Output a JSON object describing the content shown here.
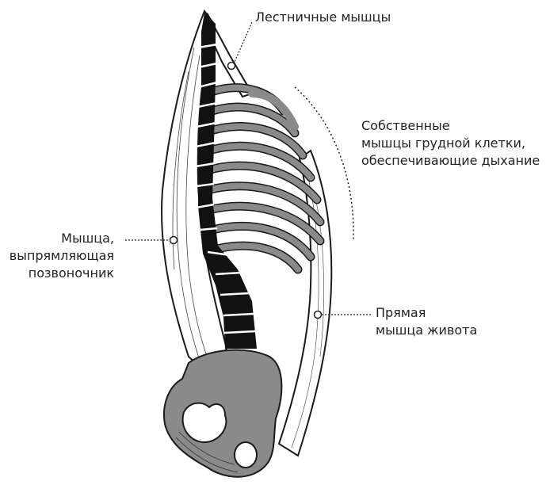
{
  "labels": {
    "scalene": {
      "lines": [
        "Лестничные мышцы"
      ]
    },
    "thorax": {
      "lines": [
        "Собственные",
        "мышцы грудной клетки,",
        "обеспечивающие дыхание"
      ]
    },
    "erector": {
      "lines": [
        "Мышца,",
        "выпрямляющая",
        "позвоночник"
      ]
    },
    "rectus": {
      "lines": [
        "Прямая",
        "мышца живота"
      ]
    }
  },
  "colors": {
    "bone": "#8a8a8a",
    "vertebra": "#111111",
    "outline": "#1a1a1a",
    "muscle": "#ffffff",
    "leader": "#222222"
  }
}
